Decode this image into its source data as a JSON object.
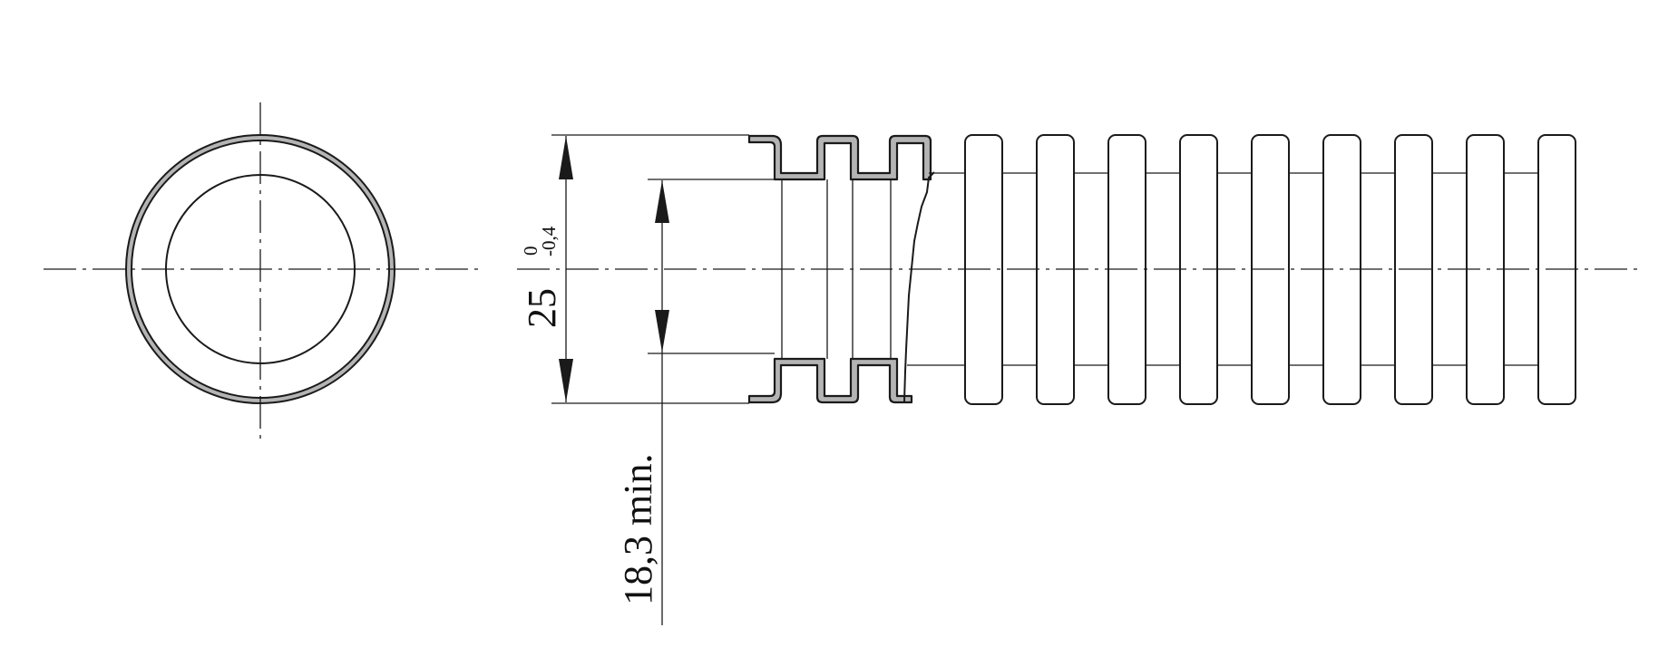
{
  "dimensions": {
    "outer_diameter": "25",
    "tolerance_upper": "0",
    "tolerance_lower": "-0,4",
    "inner_diameter": "18,3 min."
  },
  "colors": {
    "line": "#1a1a1a",
    "wall_fill": "#b4b4b4",
    "background": "#ffffff"
  }
}
